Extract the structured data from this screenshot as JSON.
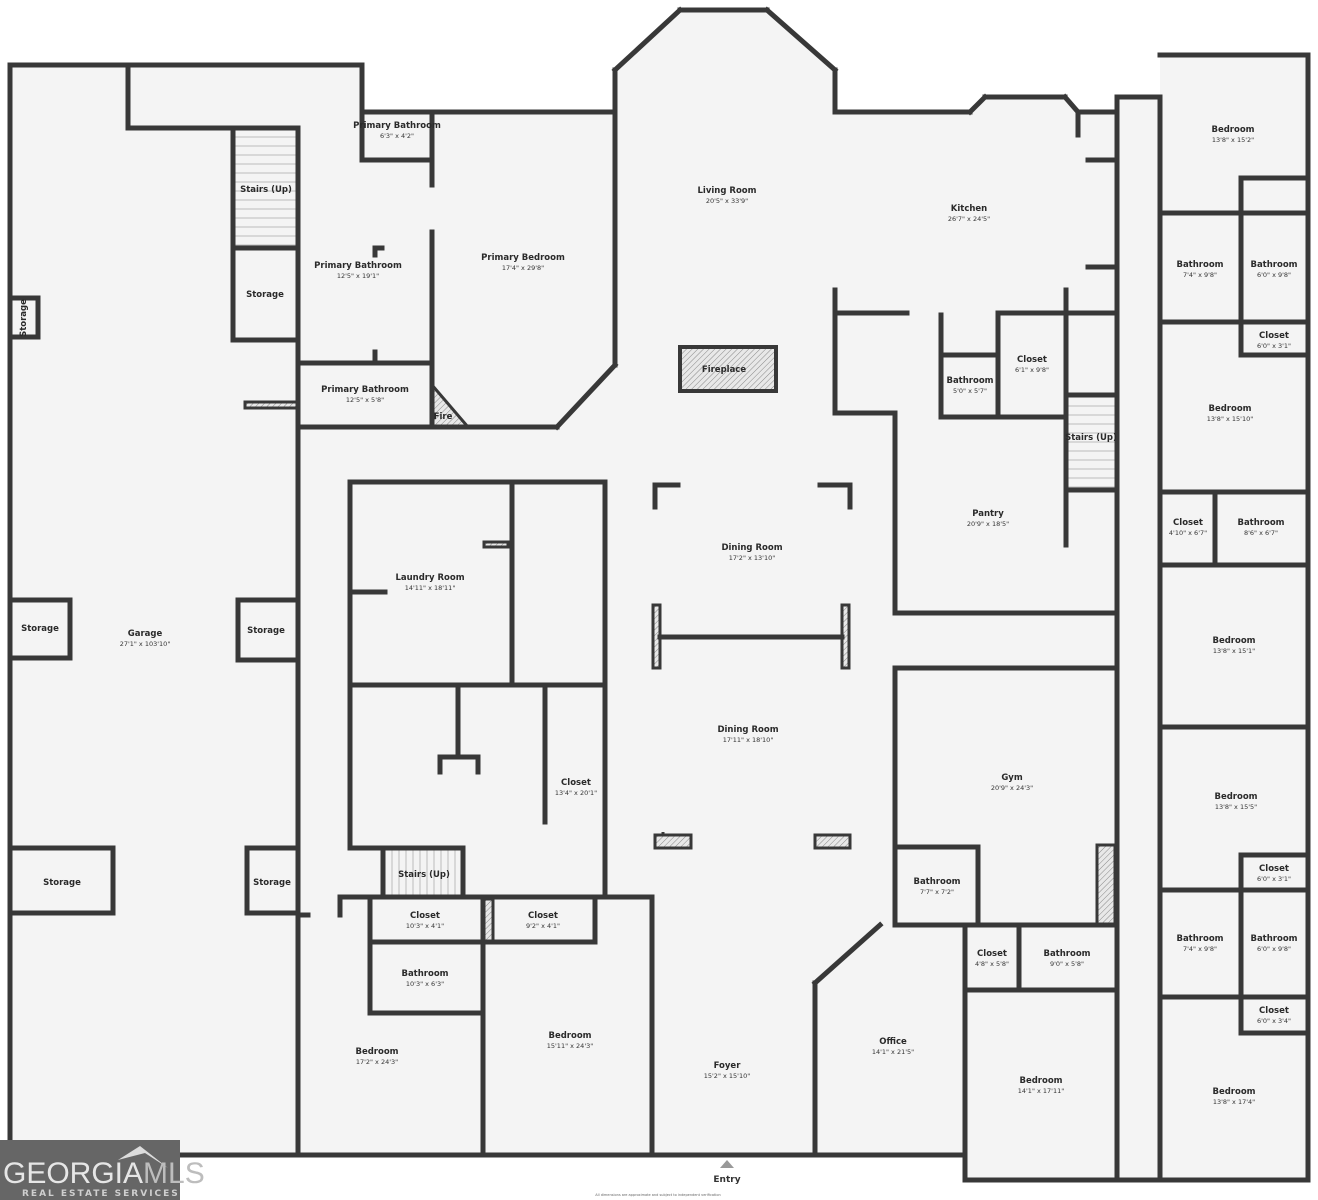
{
  "rooms": [
    {
      "name": "Primary Bathroom",
      "dims": "6'3\" x 4'2\""
    },
    {
      "name": "Stairs (Up)",
      "dims": ""
    },
    {
      "name": "Primary Bathroom",
      "dims": "12'5\" x 19'1\""
    },
    {
      "name": "Primary Bedroom",
      "dims": "17'4\" x 29'8\""
    },
    {
      "name": "Storage",
      "dims": ""
    },
    {
      "name": "Storage",
      "dims": ""
    },
    {
      "name": "Primary Bathroom",
      "dims": "12'5\" x 5'8\""
    },
    {
      "name": "Fire",
      "dims": ""
    },
    {
      "name": "Living Room",
      "dims": "20'5\" x 33'9\""
    },
    {
      "name": "Fireplace",
      "dims": ""
    },
    {
      "name": "Kitchen",
      "dims": "26'7\" x 24'5\""
    },
    {
      "name": "Bedroom",
      "dims": "13'8\" x 15'2\""
    },
    {
      "name": "Bathroom",
      "dims": "7'4\" x 9'8\""
    },
    {
      "name": "Bathroom",
      "dims": "6'0\" x 9'8\""
    },
    {
      "name": "Closet",
      "dims": "6'0\" x 3'1\""
    },
    {
      "name": "Bedroom",
      "dims": "13'8\" x 15'10\""
    },
    {
      "name": "Bathroom",
      "dims": "5'0\" x 5'7\""
    },
    {
      "name": "Closet",
      "dims": "6'1\" x 9'8\""
    },
    {
      "name": "Stairs (Up)",
      "dims": ""
    },
    {
      "name": "Pantry",
      "dims": "20'9\" x 18'5\""
    },
    {
      "name": "Closet",
      "dims": "4'10\" x 6'7\""
    },
    {
      "name": "Bathroom",
      "dims": "8'6\" x 6'7\""
    },
    {
      "name": "Dining Room",
      "dims": "17'2\" x 13'10\""
    },
    {
      "name": "Laundry Room",
      "dims": "14'11\" x 18'11\""
    },
    {
      "name": "Garage",
      "dims": "27'1\" x 103'10\""
    },
    {
      "name": "Storage",
      "dims": ""
    },
    {
      "name": "Storage",
      "dims": ""
    },
    {
      "name": "Bedroom",
      "dims": "13'8\" x 15'1\""
    },
    {
      "name": "Dining Room",
      "dims": "17'11\" x 18'10\""
    },
    {
      "name": "Gym",
      "dims": "20'9\" x 24'3\""
    },
    {
      "name": "Closet",
      "dims": "13'4\" x 20'1\""
    },
    {
      "name": "Bedroom",
      "dims": "13'8\" x 15'5\""
    },
    {
      "name": "Closet",
      "dims": "6'0\" x 3'1\""
    },
    {
      "name": "Storage",
      "dims": ""
    },
    {
      "name": "Storage",
      "dims": ""
    },
    {
      "name": "Stairs (Up)",
      "dims": ""
    },
    {
      "name": "Bathroom",
      "dims": "7'7\" x 7'2\""
    },
    {
      "name": "Closet",
      "dims": "10'3\" x 4'1\""
    },
    {
      "name": "Closet",
      "dims": "9'2\" x 4'1\""
    },
    {
      "name": "Bathroom",
      "dims": "7'4\" x 9'8\""
    },
    {
      "name": "Bathroom",
      "dims": "6'0\" x 9'8\""
    },
    {
      "name": "Closet",
      "dims": "4'8\" x 5'8\""
    },
    {
      "name": "Bathroom",
      "dims": "9'0\" x 5'8\""
    },
    {
      "name": "Bathroom",
      "dims": "10'3\" x 6'3\""
    },
    {
      "name": "Closet",
      "dims": "6'0\" x 3'4\""
    },
    {
      "name": "Office",
      "dims": "14'1\" x 21'5\""
    },
    {
      "name": "Bedroom",
      "dims": "15'11\" x 24'3\""
    },
    {
      "name": "Bedroom",
      "dims": "17'2\" x 24'3\""
    },
    {
      "name": "Foyer",
      "dims": "15'2\" x 15'10\""
    },
    {
      "name": "Bedroom",
      "dims": "14'1\" x 17'11\""
    },
    {
      "name": "Bedroom",
      "dims": "13'8\" x 17'4\""
    }
  ],
  "entry_label": "Entry",
  "disclaimer": "All dimensions are approximate and subject to independent verification",
  "logo": {
    "main": "GEORGIA",
    "accent": "MLS",
    "sub": "REAL ESTATE SERVICES"
  },
  "colors": {
    "wall": "#383838",
    "floor": "#f4f4f4",
    "logo_bg": "#666666"
  }
}
